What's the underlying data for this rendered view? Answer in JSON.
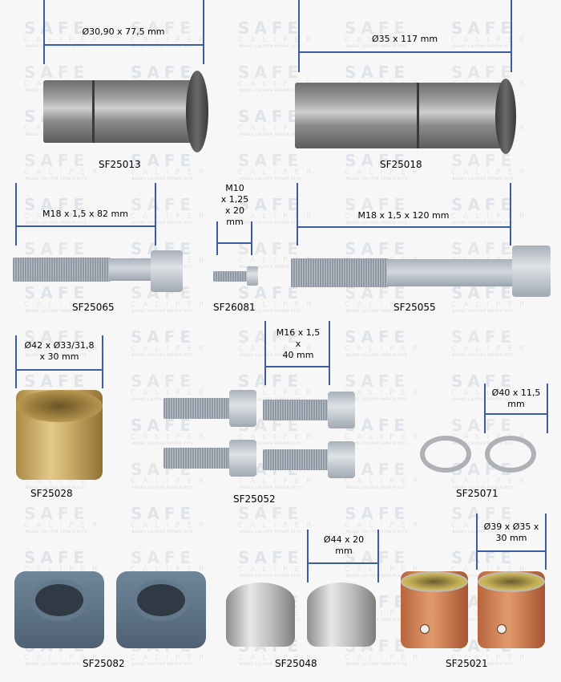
{
  "watermark": {
    "line1": "SAFE",
    "line2": "CALIPER",
    "line3": "BRAKE CALIPER REPAIR KITS"
  },
  "parts": [
    {
      "code": "SF25013",
      "dimension": "Ø30,90 x 77,5 mm",
      "type": "guide pin with flange"
    },
    {
      "code": "SF25018",
      "dimension": "Ø35 x 117 mm",
      "type": "guide pin with flange"
    },
    {
      "code": "SF25065",
      "dimension": "M18 x 1,5 x 82 mm",
      "type": "socket head bolt"
    },
    {
      "code": "SF26081",
      "dimension": "M10\nx 1,25\nx 20\nmm",
      "type": "hex bolt"
    },
    {
      "code": "SF25055",
      "dimension": "M18 x 1,5 x 120 mm",
      "type": "socket head bolt"
    },
    {
      "code": "SF25028",
      "dimension": "Ø42 x Ø33/31,8\nx 30 mm",
      "type": "bronze bushing"
    },
    {
      "code": "SF25052",
      "dimension": "M16 x 1,5\nx\n40 mm",
      "type": "socket head bolts x4"
    },
    {
      "code": "SF25071",
      "dimension": "Ø40 x 11,5\nmm",
      "type": "metal rings x2"
    },
    {
      "code": "SF25082",
      "dimension": "",
      "type": "rubber seals x2"
    },
    {
      "code": "SF25048",
      "dimension": "Ø44 x 20\nmm",
      "type": "steel caps x2"
    },
    {
      "code": "SF25021",
      "dimension": "Ø39 x Ø35 x\n30 mm",
      "type": "DU bushings x2"
    }
  ],
  "colors": {
    "dimension_line": "#3b5da4",
    "background": "#f7f7f7"
  }
}
